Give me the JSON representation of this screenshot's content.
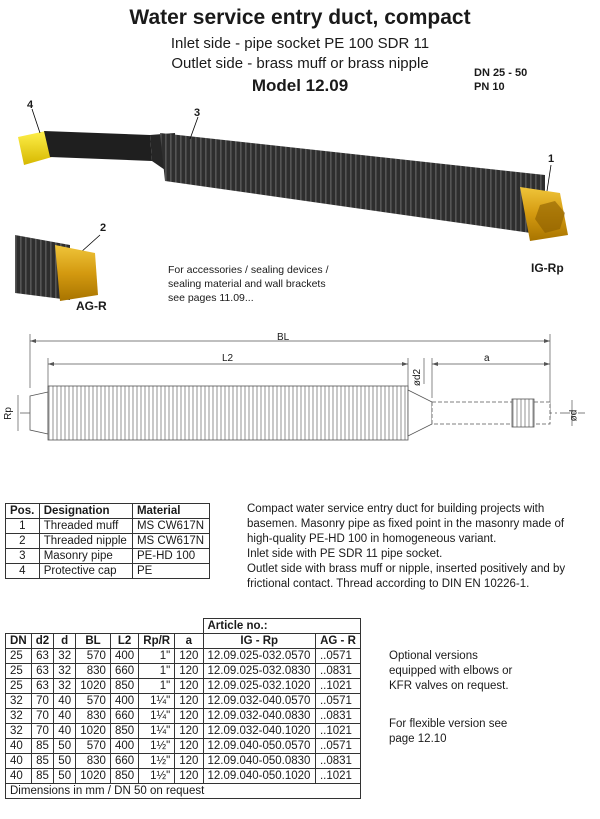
{
  "header": {
    "title": "Water service entry duct, compact",
    "subtitle1": "Inlet side - pipe socket PE 100 SDR 11",
    "subtitle2": "Outlet side - brass muff or brass nipple",
    "model": "Model 12.09",
    "dn": "DN 25 - 50",
    "pn": "PN 10"
  },
  "illustration": {
    "callouts": [
      "1",
      "2",
      "3",
      "4"
    ],
    "ig_label": "IG-Rp",
    "ag_label": "AG-R",
    "note_lines": [
      "For accessories / sealing devices /",
      "sealing material and wall brackets",
      "see pages 11.09..."
    ]
  },
  "drawing": {
    "bl": "BL",
    "l2": "L2",
    "a": "a",
    "rp": "Rp",
    "d2": "ød2",
    "d": "ød"
  },
  "positions": {
    "headers": [
      "Pos.",
      "Designation",
      "Material"
    ],
    "rows": [
      [
        "1",
        "Threaded muff",
        "MS CW617N"
      ],
      [
        "2",
        "Threaded nipple",
        "MS CW617N"
      ],
      [
        "3",
        "Masonry pipe",
        "PE-HD 100"
      ],
      [
        "4",
        "Protective cap",
        "PE"
      ]
    ]
  },
  "description_lines": [
    "Compact water service entry duct for building projects with",
    "basemen. Masonry pipe as fixed point in the masonry made of",
    "high-quality PE-HD 100 in homogeneous variant.",
    "Inlet side with PE SDR 11 pipe socket.",
    "Outlet side with brass muff or nipple, inserted positively and by",
    "frictional contact. Thread according to DIN EN 10226-1."
  ],
  "articles": {
    "group_header": "Article no.:",
    "headers": [
      "DN",
      "d2",
      "d",
      "BL",
      "L2",
      "Rp/R",
      "a",
      "IG - Rp",
      "AG - R"
    ],
    "rows": [
      [
        "25",
        "63",
        "32",
        "570",
        "400",
        "1\"",
        "120",
        "12.09.025-032.0570",
        "..0571"
      ],
      [
        "25",
        "63",
        "32",
        "830",
        "660",
        "1\"",
        "120",
        "12.09.025-032.0830",
        "..0831"
      ],
      [
        "25",
        "63",
        "32",
        "1020",
        "850",
        "1\"",
        "120",
        "12.09.025-032.1020",
        "..1021"
      ],
      [
        "32",
        "70",
        "40",
        "570",
        "400",
        "1¼\"",
        "120",
        "12.09.032-040.0570",
        "..0571"
      ],
      [
        "32",
        "70",
        "40",
        "830",
        "660",
        "1¼\"",
        "120",
        "12.09.032-040.0830",
        "..0831"
      ],
      [
        "32",
        "70",
        "40",
        "1020",
        "850",
        "1¼\"",
        "120",
        "12.09.032-040.1020",
        "..1021"
      ],
      [
        "40",
        "85",
        "50",
        "570",
        "400",
        "1½\"",
        "120",
        "12.09.040-050.0570",
        "..0571"
      ],
      [
        "40",
        "85",
        "50",
        "830",
        "660",
        "1½\"",
        "120",
        "12.09.040-050.0830",
        "..0831"
      ],
      [
        "40",
        "85",
        "50",
        "1020",
        "850",
        "1½\"",
        "120",
        "12.09.040-050.1020",
        "..1021"
      ]
    ],
    "footer": "Dimensions in mm    /  DN 50 on request"
  },
  "side_notes": {
    "optional_lines": [
      "Optional versions",
      "equipped with elbows or",
      "KFR valves on request."
    ],
    "flexible_lines": [
      "For flexible version see",
      "page 12.10"
    ]
  },
  "colors": {
    "pipe": "#2b2b2b",
    "brass": "#d9a514",
    "cap": "#f2d500"
  }
}
